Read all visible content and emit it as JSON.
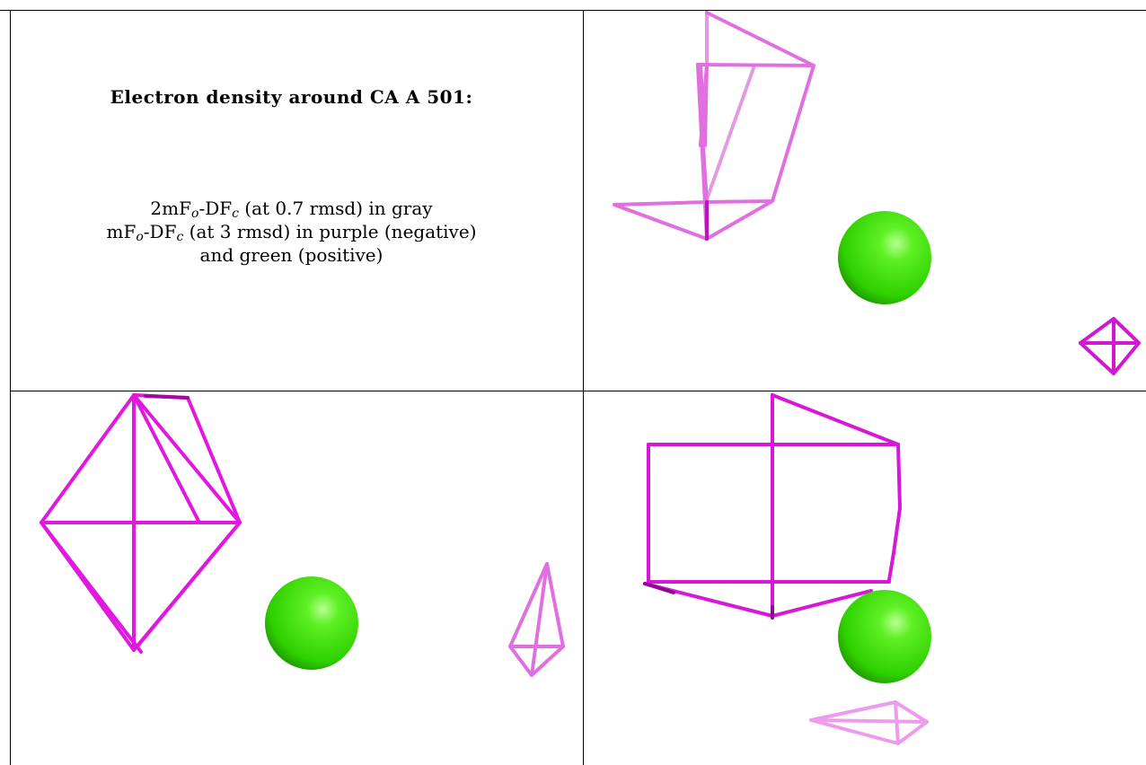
{
  "caption": {
    "title": "Electron density around CA A 501:",
    "line1": {
      "prefix": "2mF",
      "sub1": "o",
      "mid": "-DF",
      "sub2": "c",
      "suffix": " (at 0.7 rmsd) in gray"
    },
    "line2": {
      "prefix": "mF",
      "sub1": "o",
      "mid": "-DF",
      "sub2": "c",
      "suffix": " (at 3 rmsd) in purple (negative)"
    },
    "line3": "and green (positive)"
  },
  "colors": {
    "negative_density": "#e020e0",
    "negative_density_faint": "#ea8cea",
    "atom": "#33dd00",
    "grid": "#000000"
  },
  "panels": [
    {
      "name": "view-top-right"
    },
    {
      "name": "view-bottom-left"
    },
    {
      "name": "view-bottom-right"
    }
  ]
}
